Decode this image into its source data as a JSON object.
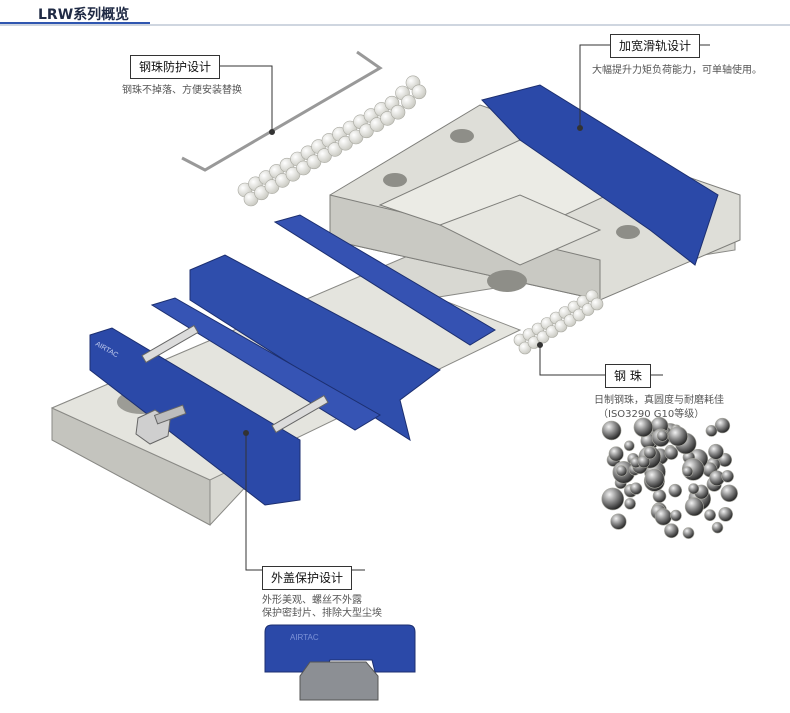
{
  "header": {
    "title": "LRW系列概览"
  },
  "callouts": {
    "steel_ball_guard": {
      "label": "钢珠防护设计",
      "notes": [
        "钢珠不掉落、方便安装替换"
      ]
    },
    "wide_rail": {
      "label": "加宽滑轨设计",
      "notes": [
        "大幅提升力矩负荷能力，可单轴使用。"
      ]
    },
    "steel_ball": {
      "label": "钢 珠",
      "notes": [
        "日制钢珠，真圆度与耐磨耗佳",
        "（ISO3290 G10等级）"
      ]
    },
    "outer_cover": {
      "label": "外盖保护设计",
      "notes": [
        "外形美观、螺丝不外露",
        "保护密封片、排除大型尘埃"
      ]
    }
  },
  "brand_marks": [
    "AIRTAC",
    "AIRTAC"
  ],
  "colors": {
    "accent": "#2f56b0",
    "cover_blue": "#2b49a8",
    "metal_grey": "#dcdcd6"
  }
}
